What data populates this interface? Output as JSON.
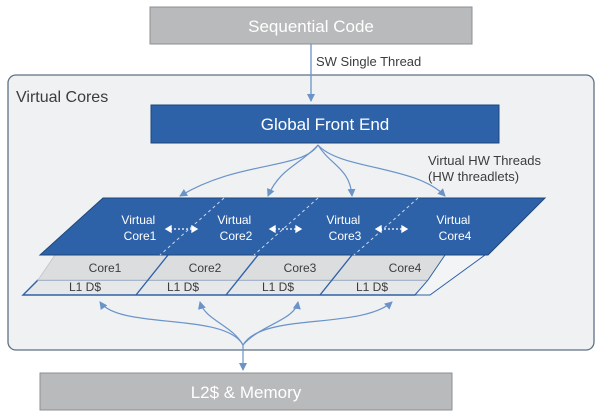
{
  "sequential_code": "Sequential Code",
  "sw_thread_label": "SW Single Thread",
  "virtual_cores_title": "Virtual Cores",
  "global_front_end": "Global Front End",
  "virtual_hw_threads": [
    "Virtual HW Threads",
    "(HW threadlets)"
  ],
  "cores": [
    {
      "virtual": [
        "Virtual",
        "Core1"
      ],
      "core": "Core1",
      "cache": "L1 D$"
    },
    {
      "virtual": [
        "Virtual",
        "Core2"
      ],
      "core": "Core2",
      "cache": "L1 D$"
    },
    {
      "virtual": [
        "Virtual",
        "Core3"
      ],
      "core": "Core3",
      "cache": "L1 D$"
    },
    {
      "virtual": [
        "Virtual",
        "Core4"
      ],
      "core": "Core4",
      "cache": "L1 D$"
    }
  ],
  "l2_memory": "L2$ & Memory",
  "colors": {
    "blue": "#2e62a8",
    "gray_box": "#b9babb",
    "panel_fill": "#eff1f3",
    "panel_stroke": "#5d7186",
    "arrow": "#6a93c8",
    "text_dark": "#3c3c3c"
  }
}
